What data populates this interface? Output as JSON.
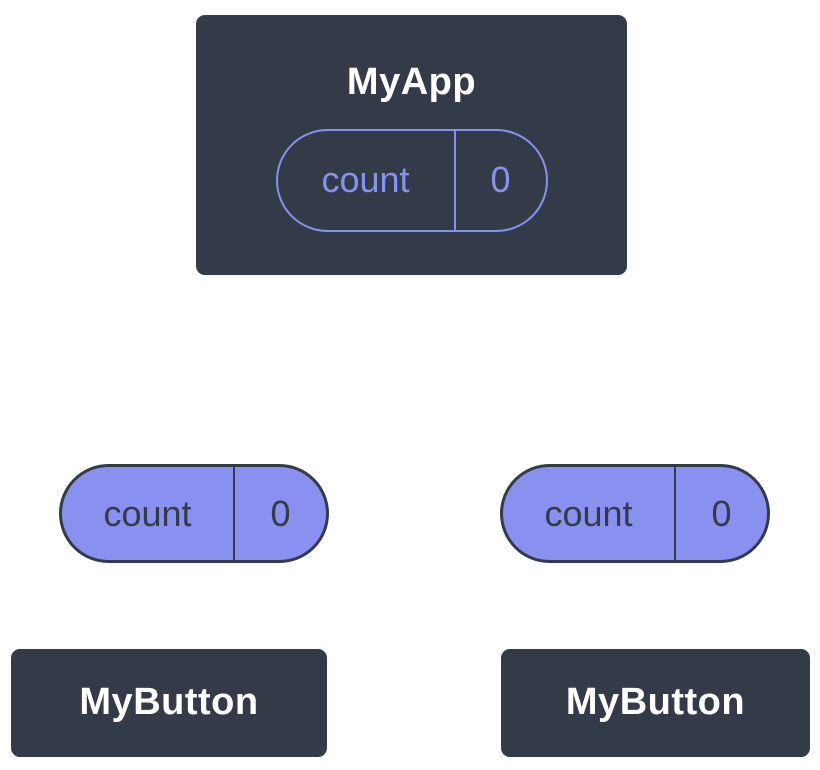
{
  "root": {
    "title": "MyApp",
    "state": {
      "name": "count",
      "value": "0"
    }
  },
  "children": [
    {
      "title": "MyButton",
      "prop": {
        "name": "count",
        "value": "0"
      }
    },
    {
      "title": "MyButton",
      "prop": {
        "name": "count",
        "value": "0"
      }
    }
  ],
  "colors": {
    "box-fill": "#343B48",
    "box-border": "#FFFFFF",
    "accent": "#8991F0",
    "pill-fill": "#8991F0",
    "pill-dark-text": "#343B48",
    "connector": "#FFFFFF",
    "title-text": "#FFFFFF",
    "background": "#FFFFFF"
  }
}
